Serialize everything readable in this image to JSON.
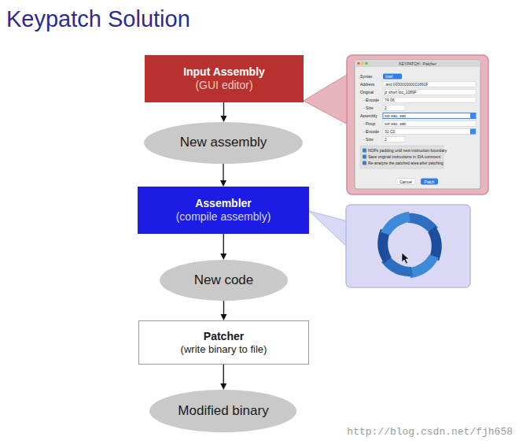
{
  "diagram": {
    "title": "Keypatch Solution",
    "nodes": [
      {
        "text": [
          "Input Assembly",
          "(GUI editor)"
        ]
      },
      {
        "text": [
          "New assembly"
        ]
      },
      {
        "text": [
          "Assembler",
          "(compile assembly)"
        ]
      },
      {
        "text": [
          "New code"
        ]
      },
      {
        "text": [
          "Patcher",
          "(write binary to file)"
        ]
      },
      {
        "text": [
          "Modified binary"
        ]
      }
    ],
    "edges": [
      {
        "from": 0,
        "to": 1,
        "arrow": "to"
      },
      {
        "from": 1,
        "to": 2,
        "arrow": "to"
      },
      {
        "from": 2,
        "to": 3,
        "arrow": "to"
      },
      {
        "from": 3,
        "to": 4,
        "arrow": "to"
      },
      {
        "from": 4,
        "to": 5,
        "arrow": "to"
      }
    ],
    "labels": [
      "KEYPATCH:: Patcher",
      "Syntax",
      "Intel",
      "Address",
      ".text:000000000001891F",
      "Original",
      "jz short loc_1089F",
      "- Encode",
      "74 06",
      "- Size",
      "2",
      "Assembly",
      "xor eax, eax",
      "- Fixup",
      "xor eax, eax",
      "- Encode",
      "31 C0",
      "- Size",
      "2",
      "NOPs padding until next instruction boundary",
      "Save original instructions in IDA comment",
      "Re-analyze the patched area after patching",
      "Cancel",
      "Patch",
      "http://blog.csdn.net/fjh658"
    ]
  }
}
